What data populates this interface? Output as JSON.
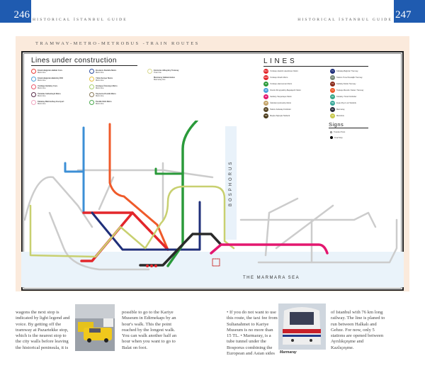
{
  "header": {
    "left_page": "246",
    "right_page": "247",
    "running_head": "HISTORICAL İSTANBUL GUIDE"
  },
  "map": {
    "title": "TRAMWAY-METRO-METROBUS -TRAIN ROUTES",
    "construction_title": "Lines under construction",
    "construction": [
      {
        "name": "Kirazlı-Bağcılar-Halkalı Com.",
        "sub": "Metro line",
        "color": "#e8403a"
      },
      {
        "name": "Kirazlı-Bağcılar-Bakırköy İDO",
        "sub": "Metro line",
        "color": "#4da3dc"
      },
      {
        "name": "Yenikapı-Sefaköy Com.",
        "sub": "Metro line",
        "color": "#e8586b"
      },
      {
        "name": "Üsküdar-Sultanbeyli Metro",
        "sub": "Metro line",
        "color": "#5a2d4a"
      },
      {
        "name": "Kabataş-Mahmutbey-Esenyurt",
        "sub": "Metro line",
        "color": "#f0a6c0"
      },
      {
        "name": "Bostancı-Dudullu Metro",
        "sub": "Metro line",
        "color": "#2f4fa0"
      },
      {
        "name": "Yıldız-Sarıyer Metro",
        "sub": "Metro line",
        "color": "#e8c040"
      },
      {
        "name": "Göztepe-Ümraniye Metro",
        "sub": "Metro line",
        "color": "#a8d070"
      },
      {
        "name": "Kaynarca-Pendik Metro",
        "sub": "Metro line",
        "color": "#8a7a5a"
      },
      {
        "name": "Pendik-SGH Metro",
        "sub": "Metro line",
        "color": "#4caa50"
      },
      {
        "name": "Eminönü-Alibeyköy Tramvay",
        "sub": "Tram line",
        "color": "#d8d890"
      },
      {
        "name": "Marmaray Halkalı-Gebze",
        "sub": "Marmaray line",
        "color": ""
      }
    ],
    "lines_title": "L I N E S",
    "lines": [
      {
        "code": "M1A",
        "name": "Yenikapı-Atatürk Havalimanı Metro",
        "color": "#e3262b"
      },
      {
        "code": "M1B",
        "name": "Yenikapı-Kirazlı Metro",
        "color": "#e3262b"
      },
      {
        "code": "M2",
        "name": "Yenikapı-Hacıosman Metro",
        "color": "#2a9a3a"
      },
      {
        "code": "M3",
        "name": "Kirazlı-Olimpiyatköy-Başakşehir Metro",
        "color": "#4da3dc"
      },
      {
        "code": "M4",
        "name": "Kadıköy-Tavşantepe Metro",
        "color": "#e3176f"
      },
      {
        "code": "M5",
        "name": "Üsküdar-Çekmeköy Metro",
        "color": "#c4a46a"
      },
      {
        "code": "F1",
        "name": "Taksim-Kabataş Füniküler",
        "color": "#5a4a2a"
      },
      {
        "code": "TF1",
        "name": "Maçka-Taşkışla Teleferik",
        "color": "#4a3a1a"
      },
      {
        "code": "T1",
        "name": "Kabataş-Bağcılar Tramvay",
        "color": "#1f2f7a"
      },
      {
        "code": "T2",
        "name": "Taksim-Tünel Nostaljik Tramvay",
        "color": "#7a8a7a"
      },
      {
        "code": "T3",
        "name": "Kadıköy-Moda Tramvay",
        "color": "#8a2a1a"
      },
      {
        "code": "T4",
        "name": "Topkapı-Mescid-i Selam Tramvay",
        "color": "#ee5a2a"
      },
      {
        "code": "F2",
        "name": "Karaköy-Tünel Füniküler",
        "color": "#3aa88a"
      },
      {
        "code": "TF2",
        "name": "Eyüp-Piyer Loti Teleferik",
        "color": "#3aa89a"
      },
      {
        "code": "B1",
        "name": "Marmaray",
        "color": "#2a2a3a"
      },
      {
        "code": "34",
        "name": "Metrobüs",
        "color": "#c8c850"
      }
    ],
    "signs_title": "Signs",
    "signs": [
      "Transfer Point",
      "Final Stop"
    ],
    "bosphorus": "BOSPHORUS",
    "sea": "THE MARMARA SEA"
  },
  "body": {
    "col1": "wagons the next stop is indicated by light legend and voice. By getting off the tramway at Pazartekke stop, which is the nearest stop to the city walls before leaving the historical peninsula, it is",
    "col2": "possible to go to the Kariye Museum in Edirnekapı by an hour's walk. This the point reached by the longest walk. You can walk another half an hour when you want to go to Balat on foot.",
    "col3": "• If you do not want to use this route, the taxi fee from Sultanahmet to Kariye Museum is no more than 15 TL. • Marmaray, is a tube tunnel under the Bosporus combining the European and Asian sides",
    "col4": "of Istanbul with 76 km long railway. The line is planed to run between Halkalı and Gebze. For now, only 5 stations are opened between Ayrılıkçeşme and Kazlıçeşme.",
    "caption": "Marmaray"
  }
}
